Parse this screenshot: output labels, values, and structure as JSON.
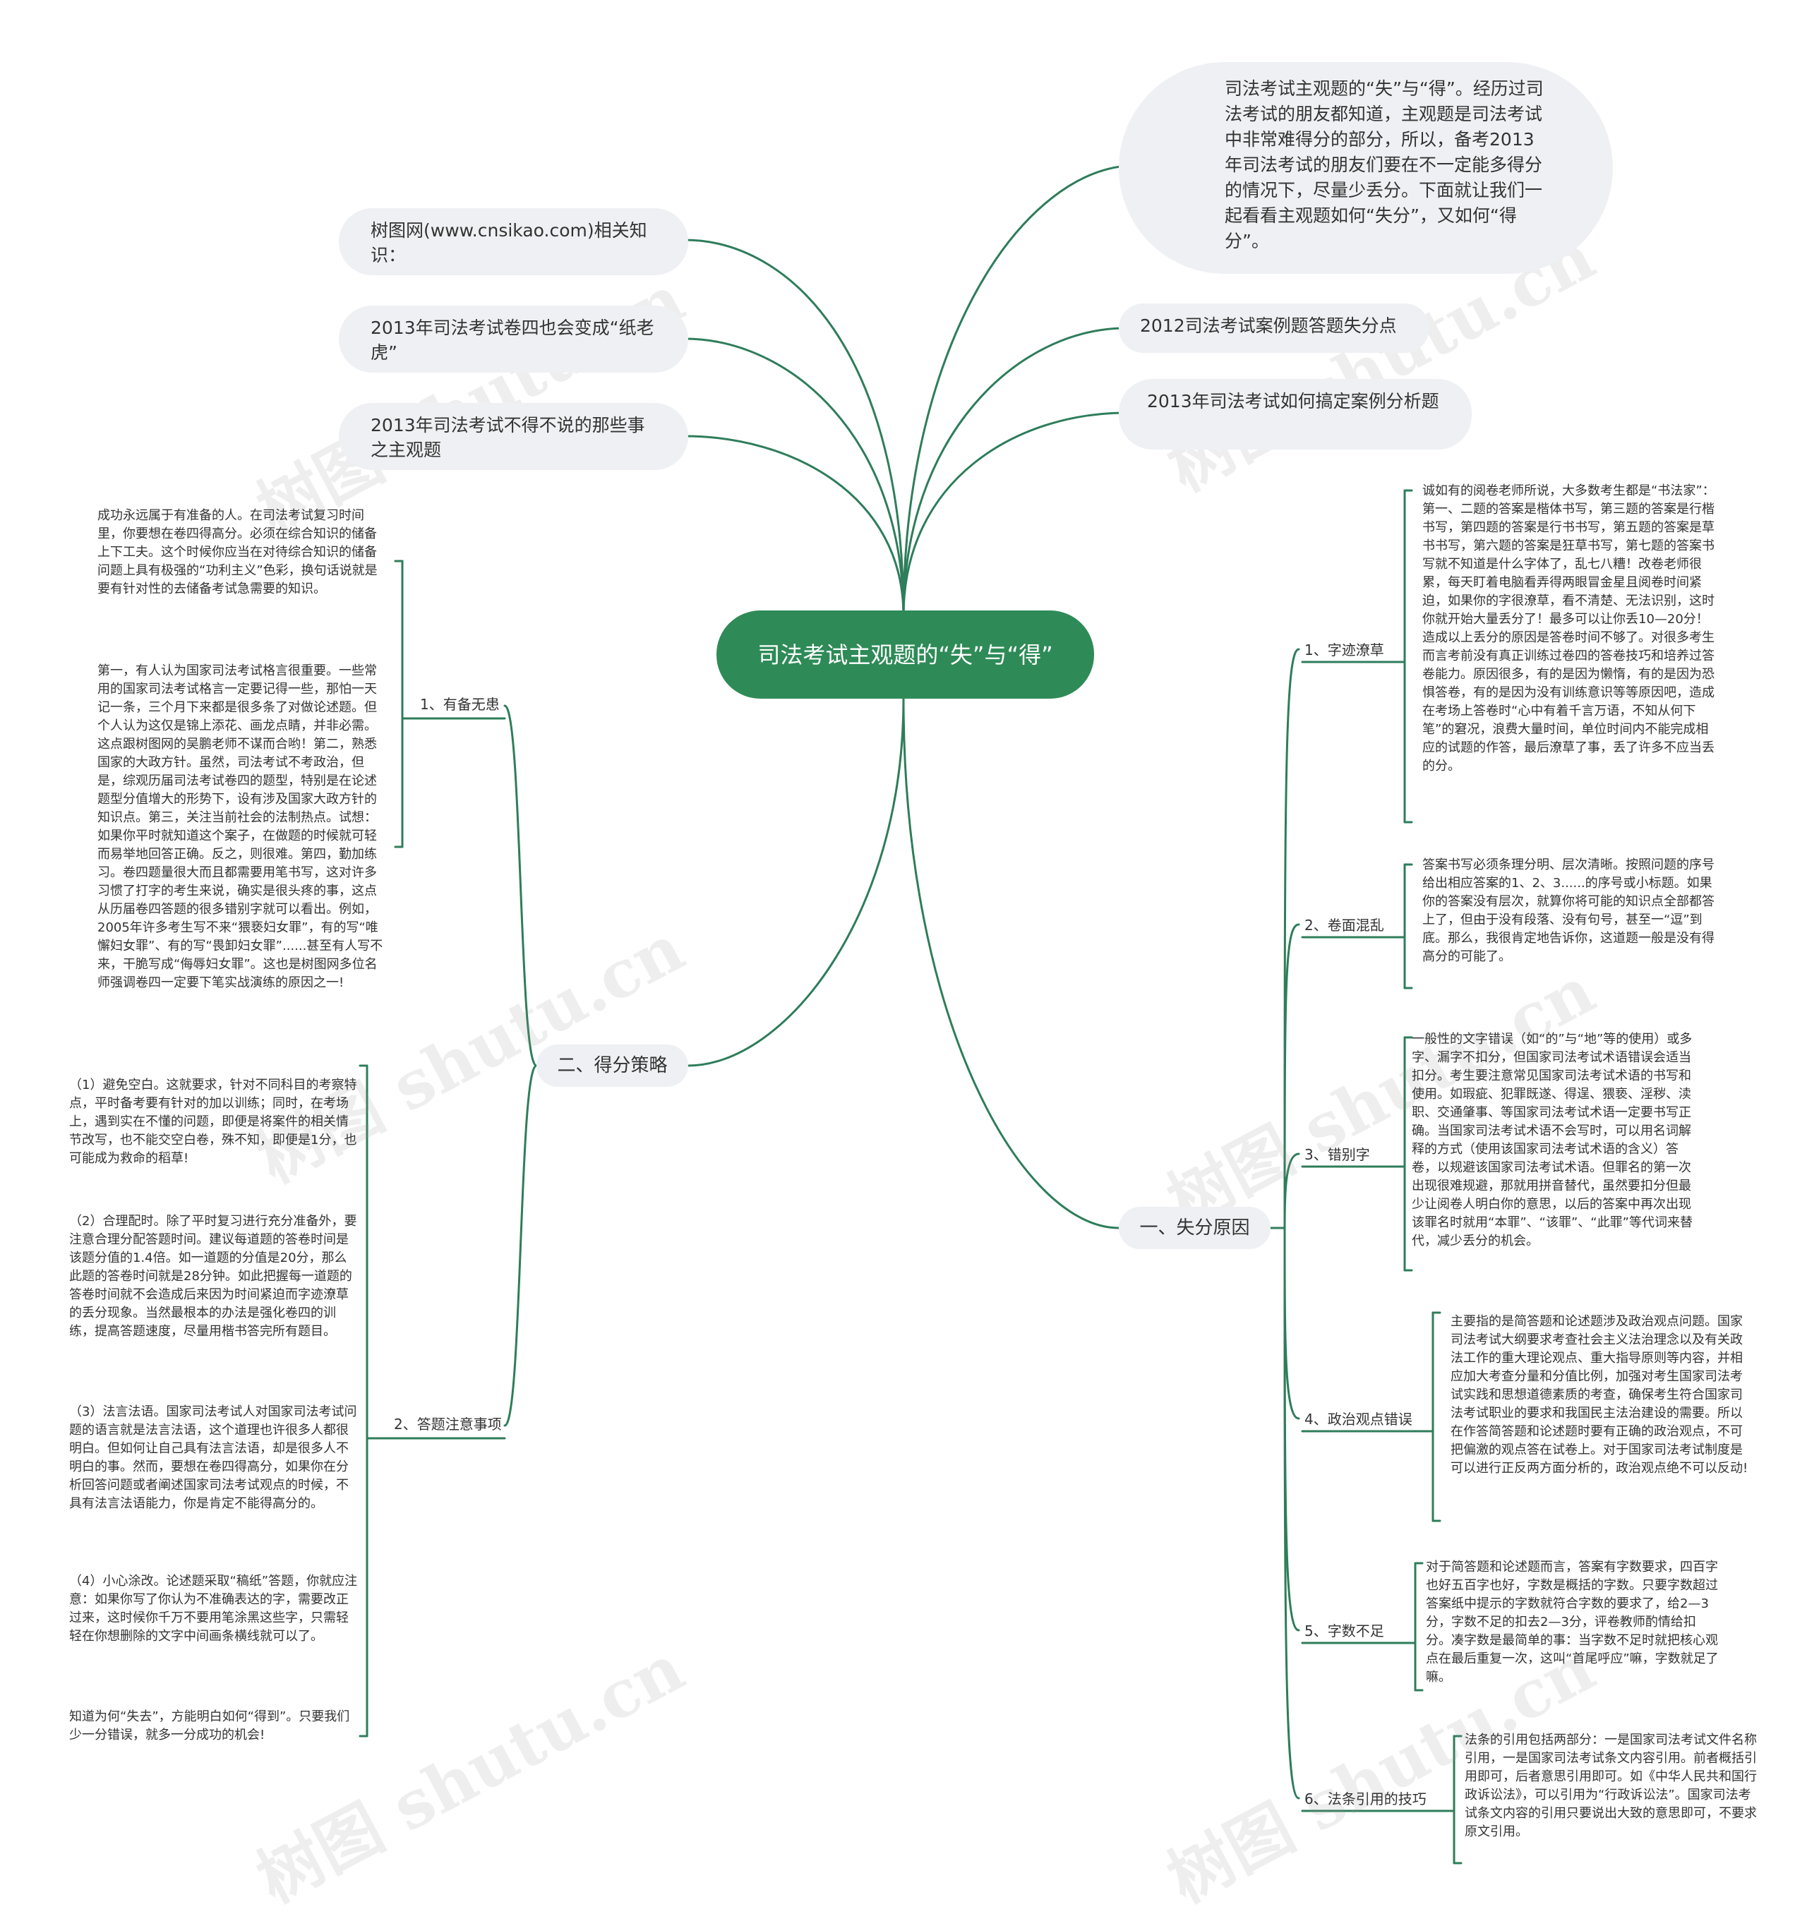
{
  "colors": {
    "root_bg": "#2e8b57",
    "line": "#2e7d5b",
    "bubble_bg": "#eef0f3",
    "text": "#333333"
  },
  "root": {
    "text": "司法考试主观题的“失”与“得”"
  },
  "top_right": {
    "intro": "司法考试主观题的“失”与“得”。经历过司法考试的朋友都知道，主观题是司法考试中非常难得分的部分，所以，备考2013年司法考试的朋友们要在不一定能多得分的情况下，尽量少丢分。下面就让我们一起看看主观题如何“失分”，又如何“得分”。",
    "link1": "2012司法考试案例题答题失分点",
    "link2": "2013年司法考试如何搞定案例分析题"
  },
  "top_left": {
    "item1": "树图网(www.cnsikao.com)相关知识：",
    "item2": "2013年司法考试卷四也会变成“纸老虎”",
    "item3": "2013年司法考试不得不说的那些事之主观题"
  },
  "right_branch": {
    "label": "一、失分原因",
    "children": [
      {
        "label": "1、字迹潦草",
        "text": "诚如有的阅卷老师所说，大多数考生都是“书法家”：第一、二题的答案是楷体书写，第三题的答案是行楷书写，第四题的答案是行书书写，第五题的答案是草书书写，第六题的答案是狂草书写，第七题的答案书写就不知道是什么字体了，乱七八糟！改卷老师很累，每天盯着电脑看弄得两眼冒金星且阅卷时间紧迫，如果你的字很潦草，看不清楚、无法识别，这时你就开始大量丢分了！最多可以让你丢10—20分！造成以上丢分的原因是答卷时间不够了。对很多考生而言考前没有真正训练过卷四的答卷技巧和培养过答卷能力。原因很多，有的是因为懒惰，有的是因为恐惧答卷，有的是因为没有训练意识等等原因吧，造成在考场上答卷时“心中有着千言万语，不知从何下笔”的窘况，浪费大量时间，单位时间内不能完成相应的试题的作答，最后潦草了事，丢了许多不应当丢的分。"
      },
      {
        "label": "2、卷面混乱",
        "text": "答案书写必须条理分明、层次清晰。按照问题的序号给出相应答案的1、2、3......的序号或小标题。如果你的答案没有层次，就算你将可能的知识点全部都答上了，但由于没有段落、没有句号，甚至一“逗”到底。那么，我很肯定地告诉你，这道题一般是没有得高分的可能了。"
      },
      {
        "label": "3、错别字",
        "text": "一般性的文字错误（如“的”与“地”等的使用）或多字、漏字不扣分，但国家司法考试术语错误会适当扣分。考生要注意常见国家司法考试术语的书写和使用。如瑕疵、犯罪既遂、得逞、猥亵、淫秽、渎职、交通肇事、等国家司法考试术语一定要书写正确。当国家司法考试术语不会写时，可以用名词解释的方式（使用该国家司法考试术语的含义）答卷，以规避该国家司法考试术语。但罪名的第一次出现很难规避，那就用拼音替代，虽然要扣分但最少让阅卷人明白你的意思，以后的答案中再次出现该罪名时就用“本罪”、“该罪”、“此罪”等代词来替代，减少丢分的机会。"
      },
      {
        "label": "4、政治观点错误",
        "text": "主要指的是简答题和论述题涉及政治观点问题。国家司法考试大纲要求考查社会主义法治理念以及有关政法工作的重大理论观点、重大指导原则等内容，并相应加大考查分量和分值比例，加强对考生国家司法考试实践和思想道德素质的考查，确保考生符合国家司法考试职业的要求和我国民主法治建设的需要。所以在作答简答题和论述题时要有正确的政治观点，不可把偏激的观点答在试卷上。对于国家司法考试制度是可以进行正反两方面分析的，政治观点绝不可以反动!"
      },
      {
        "label": "5、字数不足",
        "text": "对于简答题和论述题而言，答案有字数要求，四百字也好五百字也好，字数是概括的字数。只要字数超过答案纸中提示的字数就符合字数的要求了，给2—3分，字数不足的扣去2—3分，评卷教师酌情给扣分。凑字数是最简单的事：当字数不足时就把核心观点在最后重复一次，这叫“首尾呼应”嘛，字数就足了嘛。"
      },
      {
        "label": "6、法条引用的技巧",
        "text": "法条的引用包括两部分：一是国家司法考试文件名称引用，一是国家司法考试条文内容引用。前者概括引用即可，后者意思引用即可。如《中华人民共和国行政诉讼法》，可以引用为“行政诉讼法”。国家司法考试条文内容的引用只要说出大致的意思即可，不要求原文引用。"
      }
    ]
  },
  "left_branch": {
    "label": "二、得分策略",
    "children": [
      {
        "label": "1、有备无患",
        "texts": [
          "成功永远属于有准备的人。在司法考试复习时间里，你要想在卷四得高分。必须在综合知识的储备上下工夫。这个时候你应当在对待综合知识的储备问题上具有极强的“功利主义”色彩，换句话说就是要有针对性的去储备考试急需要的知识。",
          "第一，有人认为国家司法考试格言很重要。一些常用的国家司法考试格言一定要记得一些，那怕一天记一条，三个月下来都是很多条了对做论述题。但个人认为这仅是锦上添花、画龙点睛，并非必需。这点跟树图网的吴鹏老师不谋而合哟！第二，熟悉国家的大政方针。虽然，司法考试不考政治，但是，综观历届司法考试卷四的题型，特别是在论述题型分值增大的形势下，设有涉及国家大政方针的知识点。第三，关注当前社会的法制热点。试想：如果你平时就知道这个案子，在做题的时候就可轻而易举地回答正确。反之，则很难。第四，勤加练习。卷四题量很大而且都需要用笔书写，这对许多习惯了打字的考生来说，确实是很头疼的事，这点从历届卷四答题的很多错别字就可以看出。例如，2005年许多考生写不来“猥亵妇女罪”，有的写“唯懈妇女罪”、有的写“畏卸妇女罪”......甚至有人写不来，干脆写成“侮辱妇女罪”。这也是树图网多位名师强调卷四一定要下笔实战演练的原因之一!"
        ]
      },
      {
        "label": "2、答题注意事项",
        "texts": [
          "（1）避免空白。这就要求，针对不同科目的考察特点，平时备考要有针对的加以训练；同时，在考场上，遇到实在不懂的问题，即便是将案件的相关情节改写，也不能交空白卷，殊不知，即便是1分，也可能成为救命的稻草!",
          "（2）合理配时。除了平时复习进行充分准备外，要注意合理分配答题时间。建议每道题的答卷时间是该题分值的1.4倍。如一道题的分值是20分，那么此题的答卷时间就是28分钟。如此把握每一道题的答卷时间就不会造成后来因为时间紧迫而字迹潦草的丢分现象。当然最根本的办法是强化卷四的训练，提高答题速度，尽量用楷书答完所有题目。",
          "（3）法言法语。国家司法考试人对国家司法考试问题的语言就是法言法语，这个道理也许很多人都很明白。但如何让自己具有法言法语，却是很多人不明白的事。然而，要想在卷四得高分，如果你在分析回答问题或者阐述国家司法考试观点的时候，不具有法言法语能力，你是肯定不能得高分的。",
          "（4）小心涂改。论述题采取“稿纸”答题，你就应注意：如果你写了你认为不准确表达的字，需要改正过来，这时候你千万不要用笔涂黑这些字，只需轻轻在你想删除的文字中间画条横线就可以了。",
          "知道为何“失去”，方能明白如何“得到”。只要我们少一分错误，就多一分成功的机会!"
        ]
      }
    ]
  },
  "watermark": "树图 shutu.cn"
}
